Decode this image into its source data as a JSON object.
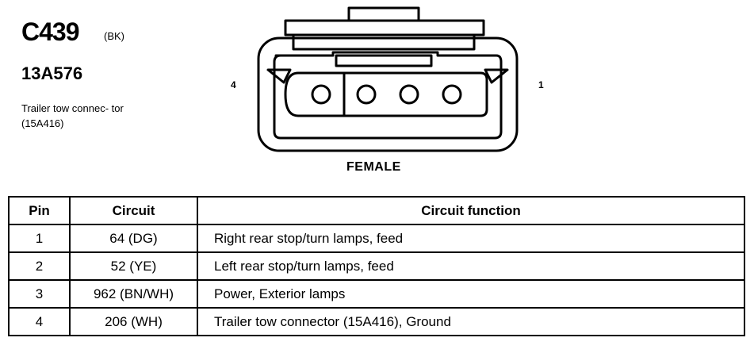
{
  "connector": {
    "id": "C439",
    "color_code": "(BK)",
    "part_number": "13A576",
    "description": "Trailer tow connec- tor (15A416)"
  },
  "diagram": {
    "pin_left_label": "4",
    "pin_right_label": "1",
    "gender": "FEMALE",
    "pin_count": 4
  },
  "table": {
    "headers": [
      "Pin",
      "Circuit",
      "Circuit function"
    ],
    "rows": [
      {
        "pin": "1",
        "circuit": "64 (DG)",
        "function": "Right rear stop/turn lamps, feed"
      },
      {
        "pin": "2",
        "circuit": "52 (YE)",
        "function": "Left rear stop/turn lamps, feed"
      },
      {
        "pin": "3",
        "circuit": "962 (BN/WH)",
        "function": "Power, Exterior lamps"
      },
      {
        "pin": "4",
        "circuit": "206 (WH)",
        "function": "Trailer tow connector (15A416), Ground"
      }
    ]
  }
}
